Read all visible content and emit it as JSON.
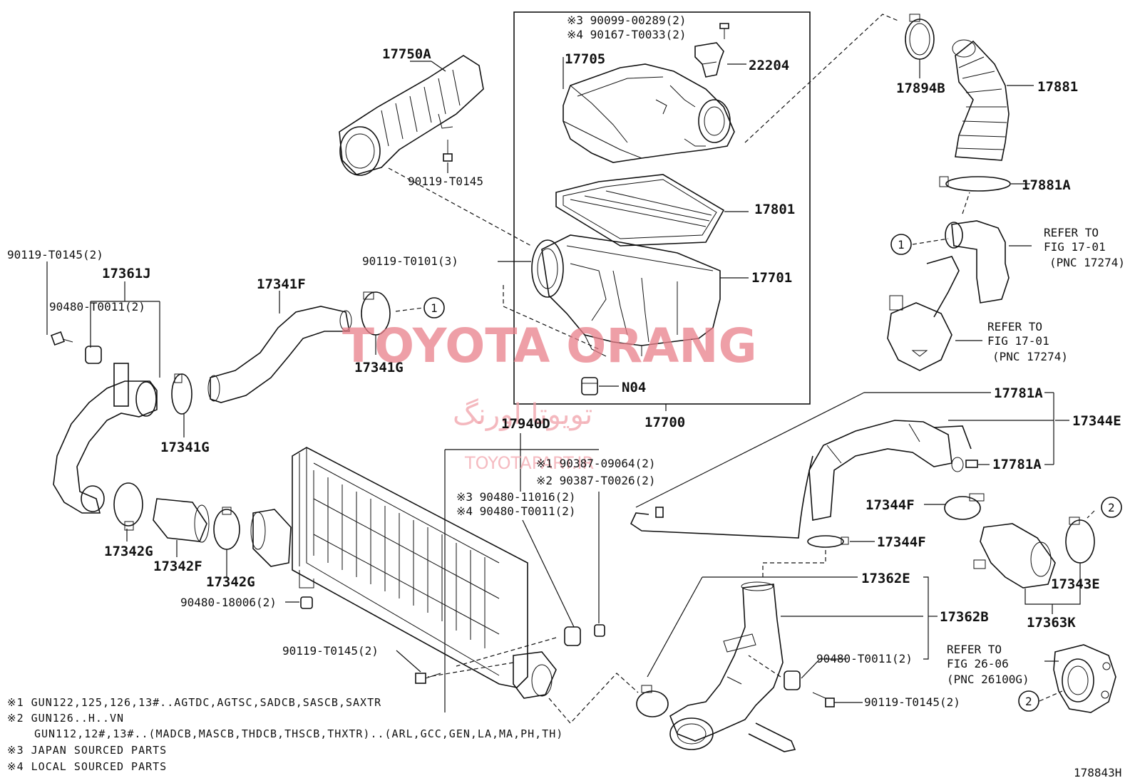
{
  "labels": {
    "p17750A": "17750A",
    "p90119_T0145_a": "90119-T0145",
    "p90099": "※3 90099-00289(2)",
    "p90167": "※4 90167-T0033(2)",
    "p17705": "17705",
    "p22204": "22204",
    "p17894B": "17894B",
    "p17881": "17881",
    "p17881A": "17881A",
    "p17801": "17801",
    "p17701": "17701",
    "pN04": "N04",
    "p17700": "17700",
    "p90119_T0101": "90119-T0101(3)",
    "p90119_T0145_b": "90119-T0145(2)",
    "p17361J": "17361J",
    "p90480_T0011_a": "90480-T0011(2)",
    "p17341F": "17341F",
    "p17341G_a": "17341G",
    "p17341G_b": "17341G",
    "p17342G_a": "17342G",
    "p17342F": "17342F",
    "p17342G_b": "17342G",
    "p90480_18006": "90480-18006(2)",
    "p17940D": "17940D",
    "p90387_09064": "※1 90387-09064(2)",
    "p90387_T0026": "※2 90387-T0026(2)",
    "p90480_11016": "※3 90480-11016(2)",
    "p90480_T0011_b": "※4 90480-T0011(2)",
    "p90119_T0145_c": "90119-T0145(2)",
    "p17781A_a": "17781A",
    "p17344E": "17344E",
    "p17781A_b": "17781A",
    "p17344F_a": "17344F",
    "p17344F_b": "17344F",
    "p17343E": "17343E",
    "p17363K": "17363K",
    "p17362E": "17362E",
    "p17362B": "17362B",
    "p90480_T0011_c": "90480-T0011(2)",
    "p90119_T0145_d": "90119-T0145(2)",
    "refer1_line1": "REFER TO",
    "refer1_line2": "FIG 17-01",
    "refer1_line3": "(PNC 17274)",
    "refer2_line1": "REFER TO",
    "refer2_line2": "FIG 17-01",
    "refer2_line3": "(PNC 17274)",
    "refer3_line1": "REFER TO",
    "refer3_line2": "FIG 26-06",
    "refer3_line3": "(PNC 26100G)",
    "ref1_a": "1",
    "ref1_b": "1",
    "ref2_a": "2",
    "ref2_b": "2"
  },
  "notes": {
    "n1": "※1 GUN122,125,126,13#..AGTDC,AGTSC,SADCB,SASCB,SAXTR",
    "n2a": "※2 GUN126..H..VN",
    "n2b": "GUN112,12#,13#..(MADCB,MASCB,THDCB,THSCB,THXTR)..(ARL,GCC,GEN,LA,MA,PH,TH)",
    "n3": "※3 JAPAN SOURCED PARTS",
    "n4": "※4 LOCAL SOURCED PARTS"
  },
  "diagram_id": "178843H",
  "watermark": {
    "brand": "TOYOTA ORANG",
    "persian": "تویوتا اورنگ",
    "url": "TOYOTAPART.IR"
  }
}
